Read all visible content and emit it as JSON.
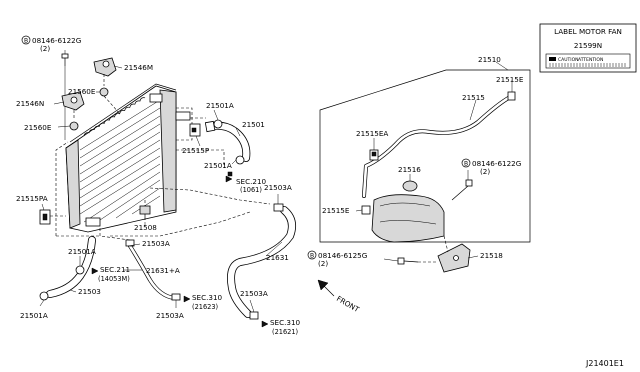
{
  "callouts": {
    "bolt_top_left": "08146-6122G",
    "bolt_top_left_qty": "(2)",
    "p21546M": "21546M",
    "p21560E_top": "21560E",
    "p21546N": "21546N",
    "p21560E_left": "21560E",
    "p21501A_top": "21501A",
    "p21501": "21501",
    "p21515P": "21515P",
    "p21501A_mid": "21501A",
    "sec210": "SEC.210",
    "sec210_ref": "(1061)",
    "p21515PA": "21515PA",
    "p21508": "21508",
    "p21503A_center": "21503A",
    "p21501A_lower": "21501A",
    "sec211": "SEC.211",
    "sec211_ref": "(14053M)",
    "p21631A": "21631+A",
    "p21503": "21503",
    "sec310_a": "SEC.310",
    "sec310_a_ref": "(21623)",
    "p21501A_bottom": "21501A",
    "p21503A_bottom": "21503A",
    "p21503A_right_top": "21503A",
    "p21631": "21631",
    "p21503A_right_bottom": "21503A",
    "sec310_b": "SEC.310",
    "sec310_b_ref": "(21621)",
    "p21510": "21510",
    "p21515E_top": "21515E",
    "p21515": "21515",
    "p21515EA": "21515EA",
    "p21516": "21516",
    "bolt_right": "08146-6122G",
    "bolt_right_qty": "(2)",
    "p21515E_left": "21515E",
    "bolt_bottom": "08146-6125G",
    "bolt_bottom_qty": "(2)",
    "p21518": "21518",
    "front": "FRONT"
  },
  "label_box": {
    "title": "LABEL MOTOR FAN",
    "part": "21599N",
    "caution_text": "CAUTION",
    "caution_text2": "ATTENTION"
  },
  "diagram_code": "J21401E1",
  "bolt_prefix": "B"
}
